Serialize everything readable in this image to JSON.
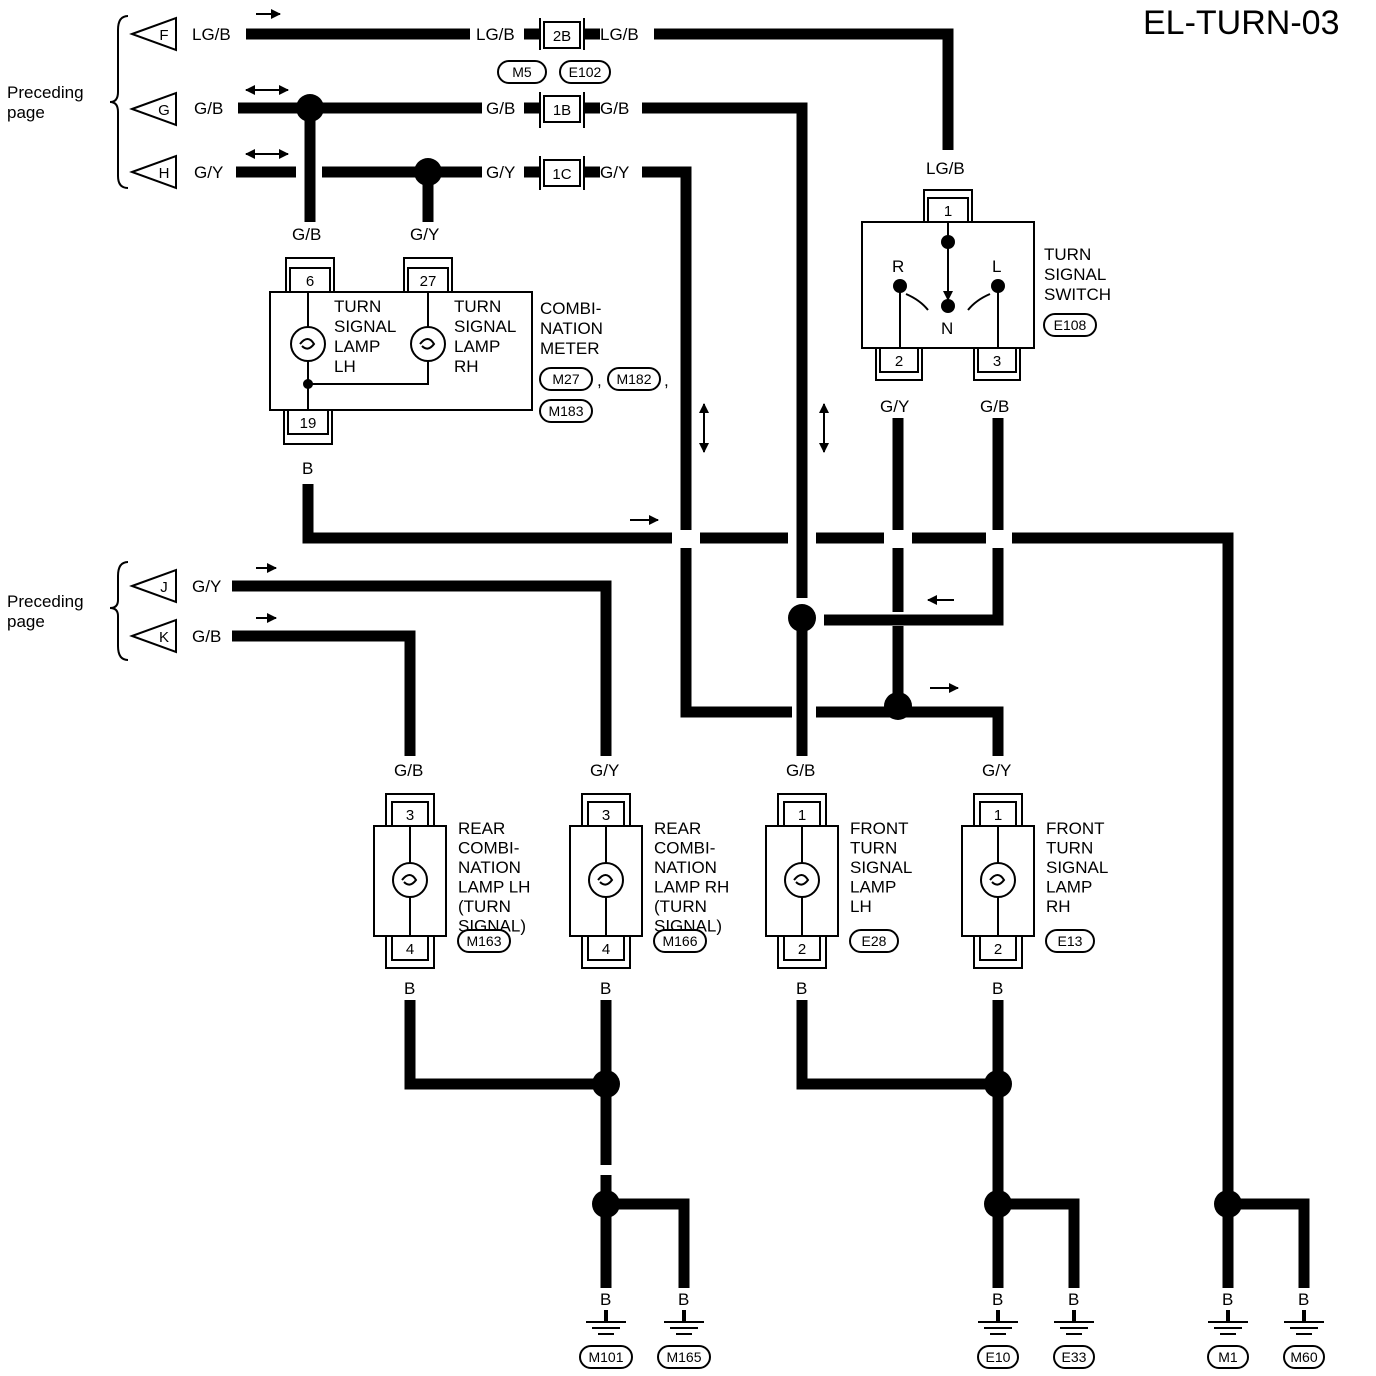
{
  "title": "EL-TURN-03",
  "preceding_page_label": [
    "Preceding",
    "page"
  ],
  "connectors": {
    "F": "F",
    "G": "G",
    "H": "H",
    "J": "J",
    "K": "K"
  },
  "wires": {
    "lgb": "LG/B",
    "gb": "G/B",
    "gy": "G/Y",
    "b": "B"
  },
  "joint": {
    "pins": [
      "2B",
      "1B",
      "1C"
    ],
    "connectors": [
      "M5",
      "E102"
    ]
  },
  "combination_meter": {
    "label": [
      "COMBI-",
      "NATION",
      "METER"
    ],
    "lamp_lh": [
      "TURN",
      "SIGNAL",
      "LAMP",
      "LH"
    ],
    "lamp_rh": [
      "TURN",
      "SIGNAL",
      "LAMP",
      "RH"
    ],
    "pins": [
      "6",
      "27",
      "19"
    ],
    "connectors": [
      "M27",
      "M182",
      "M183"
    ],
    "separators": [
      ",",
      ","
    ]
  },
  "turn_signal_switch": {
    "label": [
      "TURN",
      "SIGNAL",
      "SWITCH"
    ],
    "positions": [
      "R",
      "L",
      "N"
    ],
    "pins": [
      "1",
      "2",
      "3"
    ],
    "connector": "E108"
  },
  "lamps": [
    {
      "label": [
        "REAR",
        "COMBI-",
        "NATION",
        "LAMP LH",
        "(TURN",
        " SIGNAL)"
      ],
      "pins": [
        "3",
        "4"
      ],
      "connector": "M163"
    },
    {
      "label": [
        "REAR",
        "COMBI-",
        "NATION",
        "LAMP RH",
        "(TURN",
        " SIGNAL)"
      ],
      "pins": [
        "3",
        "4"
      ],
      "connector": "M166"
    },
    {
      "label": [
        "FRONT",
        "TURN",
        "SIGNAL",
        "LAMP",
        "LH"
      ],
      "pins": [
        "1",
        "2"
      ],
      "connector": "E28"
    },
    {
      "label": [
        "FRONT",
        "TURN",
        "SIGNAL",
        "LAMP",
        "RH"
      ],
      "pins": [
        "1",
        "2"
      ],
      "connector": "E13"
    }
  ],
  "grounds": [
    "M101",
    "M165",
    "E10",
    "E33",
    "M1",
    "M60"
  ]
}
